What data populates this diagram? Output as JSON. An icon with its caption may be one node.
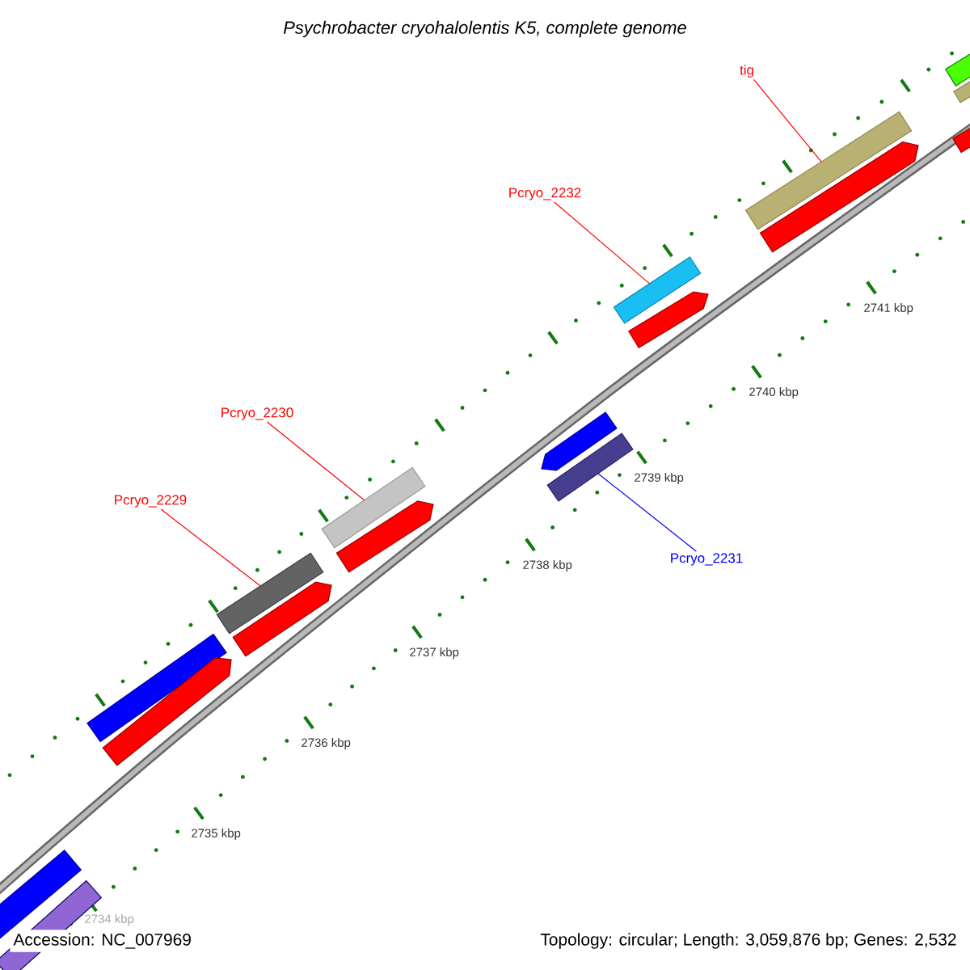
{
  "diagram": {
    "title": "Psychrobacter cryohalolentis K5, complete genome",
    "nodes": [
      {
        "text": [
          "tig"
        ]
      },
      {
        "text": [
          "Pcryo_2232"
        ]
      },
      {
        "text": [
          "Pcryo_2230"
        ]
      },
      {
        "text": [
          "Pcryo_2229"
        ]
      },
      {
        "text": [
          "Pcryo_2231"
        ]
      },
      {
        "text": [],
        "shape": "bar"
      },
      {
        "text": [],
        "shape": "bar"
      },
      {
        "text": [],
        "shape": "bar"
      },
      {
        "text": [],
        "shape": "bar"
      },
      {
        "text": [],
        "shape": "bar"
      }
    ],
    "edges": [
      {
        "from": 0,
        "to": 9,
        "arrow": "none"
      },
      {
        "from": 1,
        "to": 8,
        "arrow": "none"
      },
      {
        "from": 2,
        "to": 6,
        "arrow": "none"
      },
      {
        "from": 3,
        "to": 5,
        "arrow": "none"
      },
      {
        "from": 4,
        "to": 7,
        "arrow": "none",
        "color": "#0000ff"
      }
    ],
    "labels": [
      "2741 kbp",
      "2740 kbp",
      "2739 kbp",
      "2738 kbp",
      "2737 kbp",
      "2736 kbp",
      "2735 kbp",
      "2734 kbp",
      "Accession: NC_007969",
      "Topology: circular; Length: 3,059,876 bp; Genes: 2,532"
    ]
  }
}
